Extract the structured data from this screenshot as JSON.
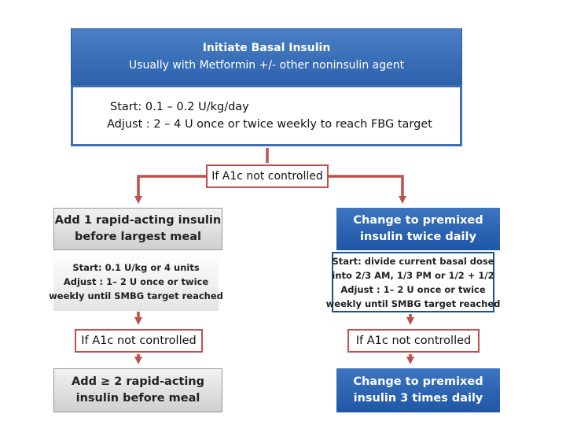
{
  "top": {
    "header_line1": "Initiate Basal Insulin",
    "header_line2": "Usually with Metformin +/- other noninsulin agent",
    "start_line": "Start:  0.1 – 0.2 U/kg/day",
    "adjust_line": "Adjust : 2 – 4  U once or twice weekly to reach FBG target"
  },
  "decision_center": "If A1c not controlled",
  "left": {
    "action1_line1": "Add 1 rapid-acting insulin",
    "action1_line2": "before largest meal",
    "detail1_line1": "Start:  0.1 U/kg  or 4 units",
    "detail1_line2": "Adjust : 1– 2 U once or twice",
    "detail1_line3": "weekly until SMBG target reached",
    "decision2": "If A1c not controlled",
    "action2_line1": "Add ≥ 2 rapid-acting",
    "action2_line2": "insulin before   meal"
  },
  "right": {
    "action1_line1": "Change to premixed",
    "action1_line2": "insulin twice daily",
    "detail1_line1": "Start:  divide current basal dose",
    "detail1_line2": "into 2/3 AM, 1/3 PM or 1/2 + 1/2",
    "detail1_line3": "Adjust : 1– 2 U once or twice",
    "detail1_line4": "weekly until SMBG target reached",
    "decision2": "If A1c not controlled",
    "action2_line1": "Change to premixed",
    "action2_line2": "insulin 3 times daily"
  },
  "colors": {
    "blue_box": "#2d62ad",
    "red_connector": "#c0504d",
    "gray_box": "#d9d9d9"
  }
}
